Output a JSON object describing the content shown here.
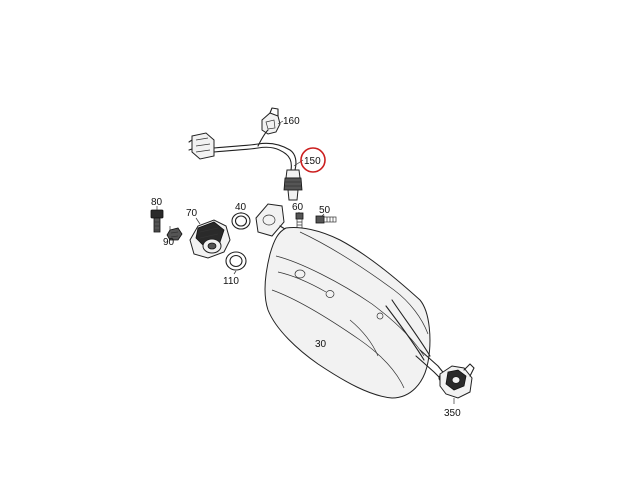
{
  "diagram": {
    "highlight_color": "#cc1f1f",
    "callouts": [
      {
        "id": "160",
        "text": "160"
      },
      {
        "id": "150",
        "text": "150",
        "highlighted": true
      },
      {
        "id": "80",
        "text": "80"
      },
      {
        "id": "70",
        "text": "70"
      },
      {
        "id": "40",
        "text": "40"
      },
      {
        "id": "60",
        "text": "60"
      },
      {
        "id": "50",
        "text": "50"
      },
      {
        "id": "90",
        "text": "90"
      },
      {
        "id": "110",
        "text": "110"
      },
      {
        "id": "30",
        "text": "30"
      },
      {
        "id": "350",
        "text": "350"
      }
    ]
  }
}
